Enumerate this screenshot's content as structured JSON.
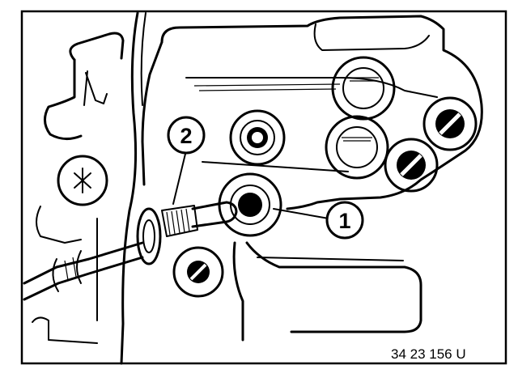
{
  "figure": {
    "reference_code": "34 23 156 U",
    "callouts": [
      {
        "label": "1"
      },
      {
        "label": "2"
      }
    ],
    "colors": {
      "ink": "#000000",
      "paper": "#ffffff"
    }
  }
}
